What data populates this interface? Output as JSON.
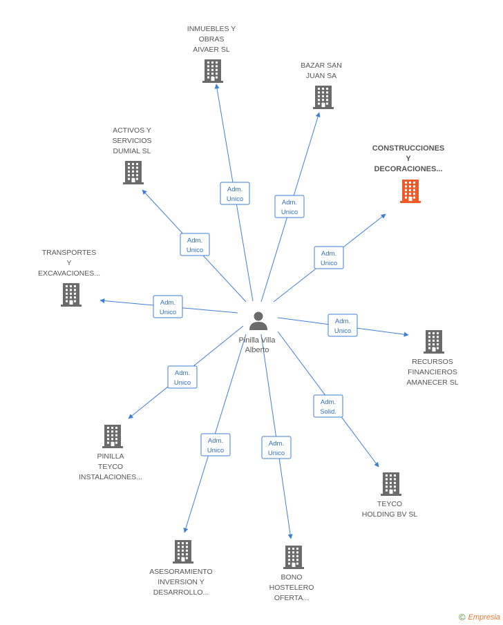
{
  "person": {
    "name_lines": [
      "Pinilla Villa",
      "Alberto"
    ],
    "icon": "person-icon"
  },
  "companies": [
    {
      "id": "inmuebles",
      "label_lines": [
        "INMUEBLES Y",
        "OBRAS",
        "AIVAER SL"
      ],
      "icon": "building-icon",
      "color": "#6b6b6b",
      "relation": [
        "Adm.",
        "Unico"
      ]
    },
    {
      "id": "bazar",
      "label_lines": [
        "BAZAR SAN",
        "JUAN SA"
      ],
      "icon": "building-icon",
      "color": "#6b6b6b",
      "relation": [
        "Adm.",
        "Unico"
      ]
    },
    {
      "id": "construcciones",
      "label_lines": [
        "CONSTRUCCIONES",
        "Y",
        "DECORACIONES..."
      ],
      "icon": "building-icon",
      "color": "#f05a28",
      "focus": true,
      "relation": [
        "Adm.",
        "Unico"
      ]
    },
    {
      "id": "activos",
      "label_lines": [
        "ACTIVOS Y",
        "SERVICIOS",
        "DUMIAL SL"
      ],
      "icon": "building-icon",
      "color": "#6b6b6b",
      "relation": [
        "Adm.",
        "Unico"
      ]
    },
    {
      "id": "transportes",
      "label_lines": [
        "TRANSPORTES",
        "Y",
        "EXCAVACIONES..."
      ],
      "icon": "building-icon",
      "color": "#6b6b6b",
      "relation": [
        "Adm.",
        "Unico"
      ]
    },
    {
      "id": "recursos",
      "label_lines": [
        "RECURSOS",
        "FINANCIEROS",
        "AMANECER SL"
      ],
      "icon": "building-icon",
      "color": "#6b6b6b",
      "relation": [
        "Adm.",
        "Unico"
      ]
    },
    {
      "id": "pinilla",
      "label_lines": [
        "PINILLA",
        "TEYCO",
        "INSTALACIONES..."
      ],
      "icon": "building-icon",
      "color": "#6b6b6b",
      "relation": [
        "Adm.",
        "Unico"
      ]
    },
    {
      "id": "teyco",
      "label_lines": [
        "TEYCO",
        "HOLDING BV SL"
      ],
      "icon": "building-icon",
      "color": "#6b6b6b",
      "relation": [
        "Adm.",
        "Solid."
      ]
    },
    {
      "id": "asesoramiento",
      "label_lines": [
        "ASESORAMIENTO",
        "INVERSION Y",
        "DESARROLLO..."
      ],
      "icon": "building-icon",
      "color": "#6b6b6b",
      "relation": [
        "Adm.",
        "Unico"
      ]
    },
    {
      "id": "bono",
      "label_lines": [
        "BONO",
        "HOSTELERO",
        "OFERTA..."
      ],
      "icon": "building-icon",
      "color": "#6b6b6b",
      "relation": [
        "Adm.",
        "Unico"
      ]
    }
  ],
  "footer": {
    "copyright_symbol": "©",
    "brand": "Empresia",
    "icon": "copyright-icon"
  },
  "colors": {
    "edge": "#3d7fd6",
    "node": "#6b6b6b",
    "focus": "#f05a28"
  }
}
